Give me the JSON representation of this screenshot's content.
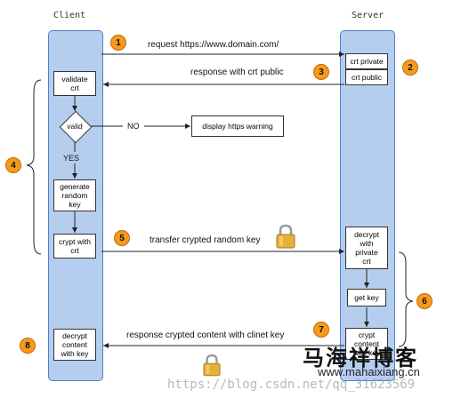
{
  "titles": {
    "client": "Client",
    "server": "Server"
  },
  "boxes": {
    "validate_crt": "validate\ncrt",
    "valid": "valid",
    "display_warning": "display https warning",
    "generate_key": "generate\nrandom\nkey",
    "crypt_with_crt": "crypt with\ncrt",
    "decrypt_with_key": "decrypt\ncontent\nwith key",
    "crt_private": "crt private",
    "crt_public": "crt public",
    "decrypt_private": "decrypt\nwith\nprivate\ncrt",
    "get_key": "get key",
    "crypt_content": "crypt\ncontent\nwith key"
  },
  "labels": {
    "no": "NO",
    "yes": "YES"
  },
  "messages": {
    "m1": "request https://www.domain.com/",
    "m3": "response with crt public",
    "m5": "transfer crypted random key",
    "m7": "response crypted content with clinet key"
  },
  "badges": [
    "1",
    "2",
    "3",
    "4",
    "5",
    "6",
    "7",
    "8"
  ],
  "watermark": "https://blog.csdn.net/qq_31623569",
  "brand": {
    "name": "马海祥博客",
    "url": "www.mahaixiang.cn"
  },
  "colors": {
    "lane": "#b5cef0",
    "lane_border": "#4f81c7",
    "badge": "#f59a1b"
  }
}
